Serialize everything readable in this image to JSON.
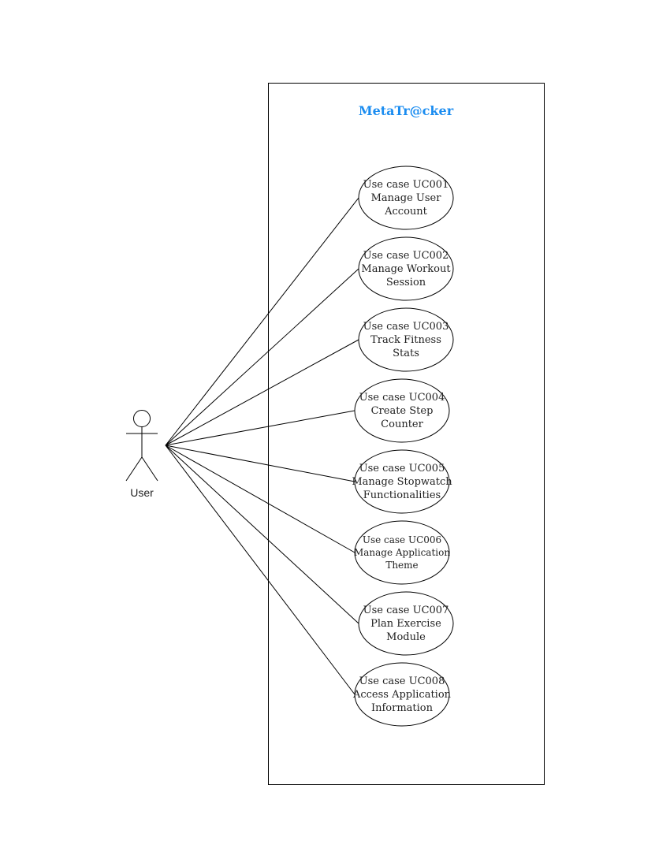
{
  "system": {
    "title": "MetaTr@cker",
    "title_color": "#1a8cf0"
  },
  "actor": {
    "label": "User"
  },
  "use_cases": [
    {
      "lines": [
        "Use case UC001",
        "Manage User",
        "Account"
      ]
    },
    {
      "lines": [
        "Use case UC002",
        "Manage Workout",
        "Session"
      ]
    },
    {
      "lines": [
        "Use case UC003",
        "Track Fitness",
        "Stats"
      ]
    },
    {
      "lines": [
        "Use case UC004",
        "Create Step",
        "Counter"
      ]
    },
    {
      "lines": [
        "Use case UC005",
        "Manage Stopwatch",
        "Functionalities"
      ]
    },
    {
      "lines": [
        "Use case UC006",
        "Manage  Application",
        "Theme"
      ]
    },
    {
      "lines": [
        "Use case UC007",
        "Plan Exercise",
        "Module"
      ]
    },
    {
      "lines": [
        "Use case UC008",
        "Access Application",
        "Information"
      ]
    }
  ]
}
